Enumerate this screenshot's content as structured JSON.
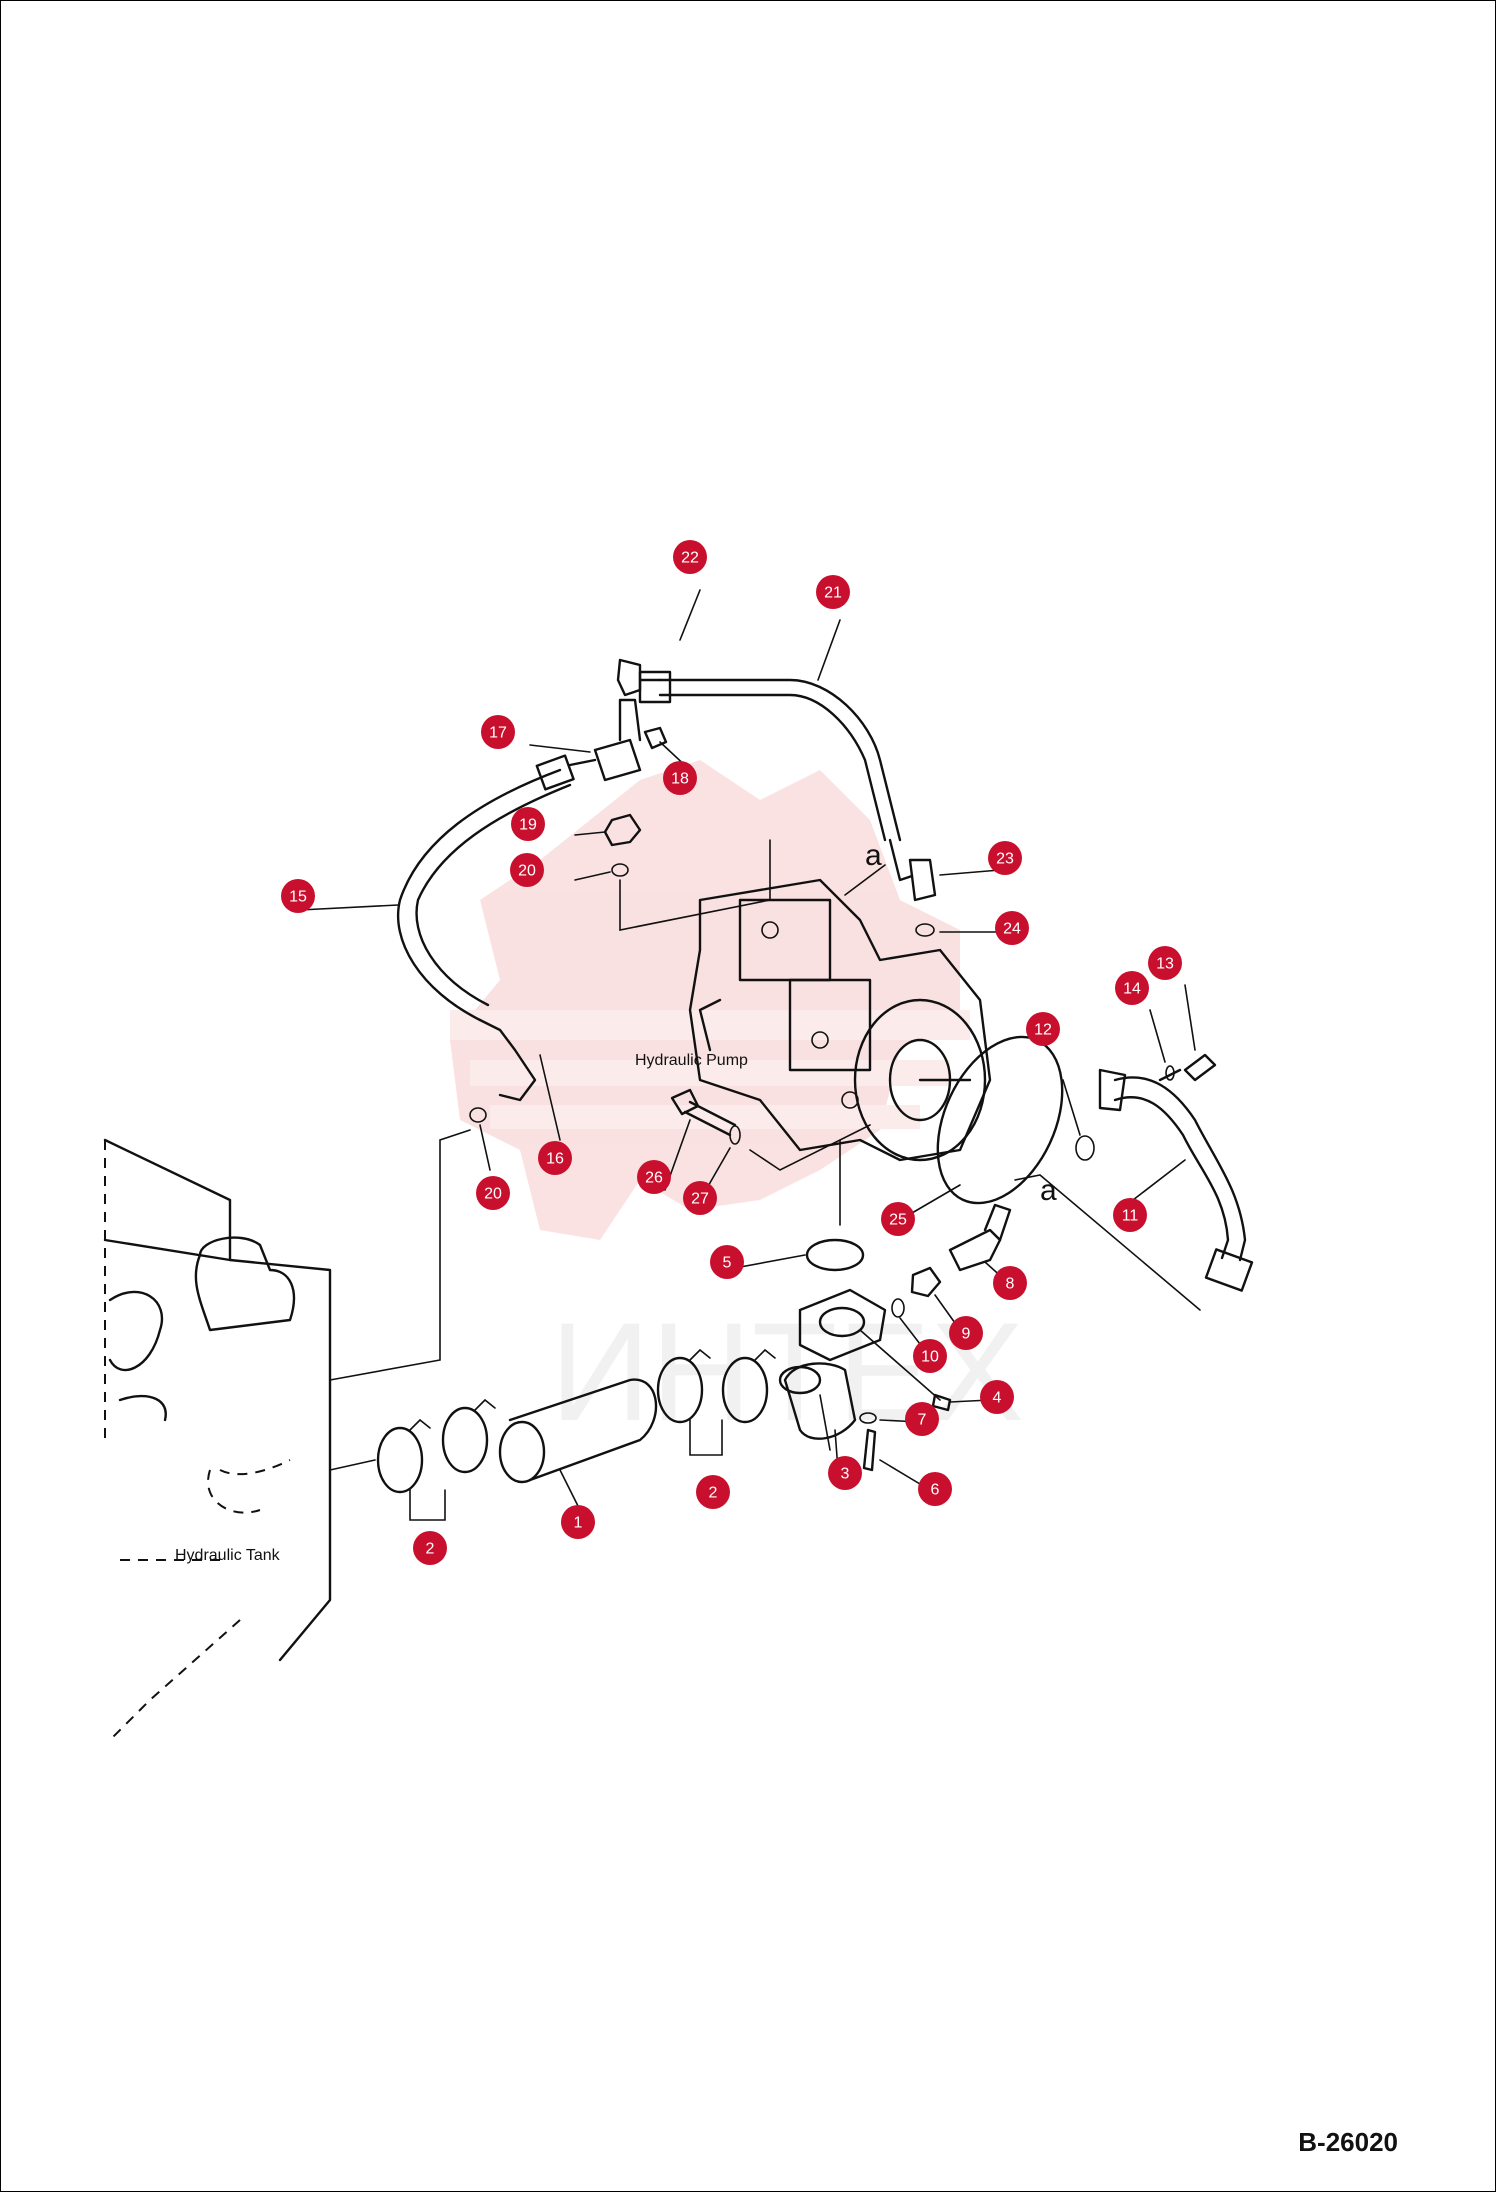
{
  "diagram": {
    "labels": {
      "pump": "Hydraulic Pump",
      "tank": "Hydraulic Tank",
      "mark_a": "a"
    },
    "drawing_code": "B-26020",
    "watermark": "ИНТЕХ",
    "watermark_color": "#f5c5c5",
    "callout_color": "#c8102e",
    "callouts": [
      "22",
      "21",
      "17",
      "18",
      "19",
      "20",
      "15",
      "23",
      "24",
      "13",
      "14",
      "12",
      "16",
      "26",
      "27",
      "25",
      "11",
      "5",
      "8",
      "9",
      "10",
      "4",
      "7",
      "3",
      "6",
      "1",
      "2"
    ],
    "callout_positions": [
      {
        "n": "22"
      },
      {
        "n": "21"
      },
      {
        "n": "17"
      },
      {
        "n": "18"
      },
      {
        "n": "19"
      },
      {
        "n": "20"
      },
      {
        "n": "15"
      },
      {
        "n": "23"
      },
      {
        "n": "24"
      },
      {
        "n": "13"
      },
      {
        "n": "14"
      },
      {
        "n": "12"
      },
      {
        "n": "16"
      },
      {
        "n": "20"
      },
      {
        "n": "26"
      },
      {
        "n": "27"
      },
      {
        "n": "25"
      },
      {
        "n": "11"
      },
      {
        "n": "5"
      },
      {
        "n": "8"
      },
      {
        "n": "9"
      },
      {
        "n": "10"
      },
      {
        "n": "4"
      },
      {
        "n": "7"
      },
      {
        "n": "3"
      },
      {
        "n": "6"
      },
      {
        "n": "1"
      },
      {
        "n": "2"
      },
      {
        "n": "2"
      }
    ]
  }
}
